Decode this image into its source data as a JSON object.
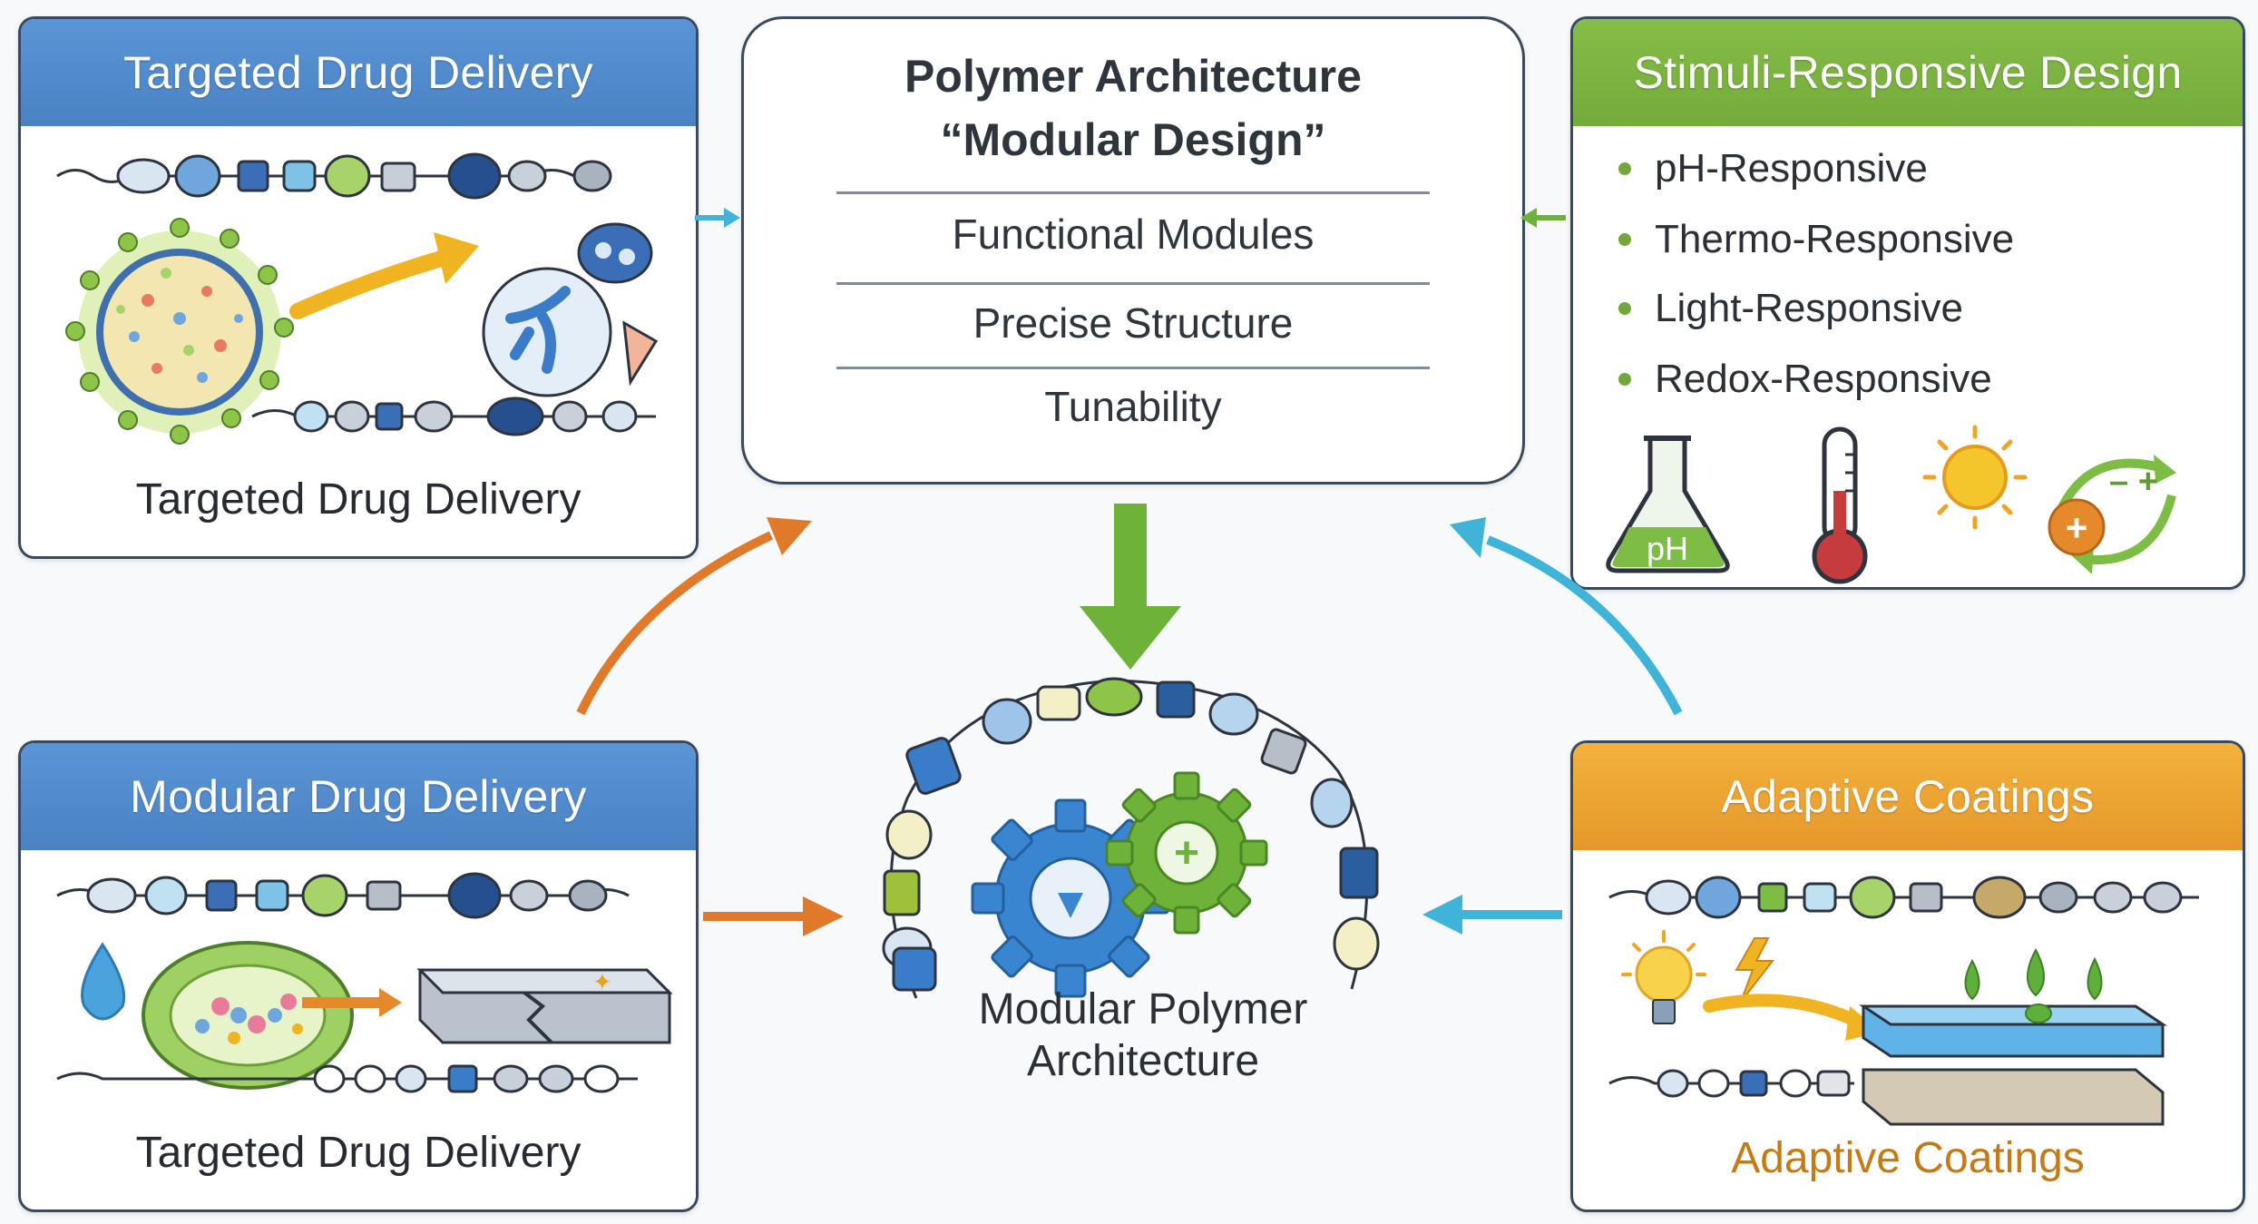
{
  "top_left": {
    "header": "Targeted Drug Delivery",
    "caption": "Targeted Drug Delivery"
  },
  "center": {
    "title_line1": "Polymer Architecture",
    "title_line2": "“Modular Design”",
    "items": [
      "Functional Modules",
      "Precise Structure",
      "Tunability"
    ]
  },
  "top_right": {
    "header": "Stimuli-Responsive Design",
    "bullets": [
      "pH-Responsive",
      "Thermo-Responsive",
      "Light-Responsive",
      "Redox-Responsive"
    ],
    "flask_label": "pH"
  },
  "bottom_left": {
    "header": "Modular Drug Delivery",
    "caption": "Targeted Drug Delivery"
  },
  "bottom_right": {
    "header": "Adaptive Coatings",
    "caption": "Adaptive Coatings"
  },
  "core": {
    "line1": "Modular Polymer",
    "line2": "Architecture"
  },
  "colors": {
    "blue_header": "#4a82c4",
    "green_header": "#74ab3a",
    "orange_header": "#e6982a",
    "arrow_orange": "#e07a2a",
    "arrow_cyan": "#3fb3d8",
    "arrow_green": "#6eb23a"
  },
  "icons": [
    "drop-icon",
    "flask-icon",
    "thermometer-icon",
    "sun-icon",
    "redox-icon",
    "bulb-icon",
    "lightning-icon",
    "gear-icon"
  ]
}
